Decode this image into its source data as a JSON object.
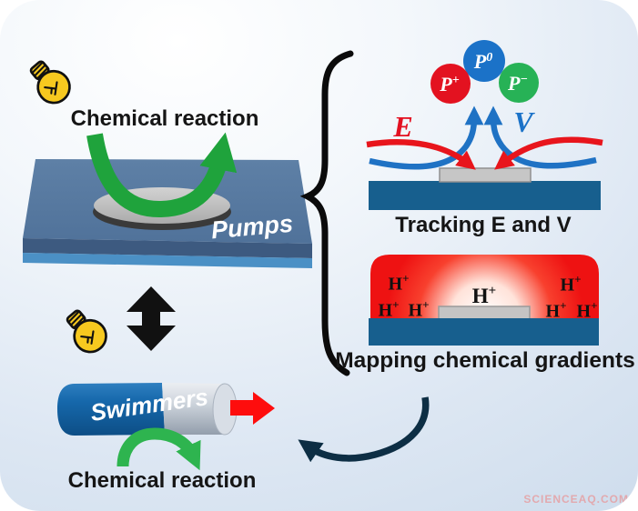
{
  "figure": {
    "watermark": "SCIENCEAQ.COM"
  },
  "pump_section": {
    "bulb_icon": "light-bulb",
    "reaction_label": "Chemical reaction",
    "platform_label": "Pumps"
  },
  "swimmer_section": {
    "bulb_icon": "light-bulb",
    "rod_label": "Swimmers",
    "reaction_label": "Chemical reaction"
  },
  "tracking_panel": {
    "caption": "Tracking E and V",
    "field_labels": {
      "electric": "E",
      "velocity": "V"
    },
    "particles": [
      {
        "name": "positive-particle",
        "base": "P",
        "sup": "+",
        "color": "#e31220"
      },
      {
        "name": "neutral-particle",
        "base": "P",
        "sup": "0",
        "color": "#1b72c8"
      },
      {
        "name": "negative-particle",
        "base": "P",
        "sup": "−",
        "color": "#27b256"
      }
    ]
  },
  "gradient_panel": {
    "caption": "Mapping chemical gradients",
    "ion": {
      "base": "H",
      "sup": "+"
    }
  },
  "colors": {
    "reaction_arrow_green": "#1fa33c",
    "swimmer_body_blue": "#1668ab",
    "propulsion_arrow_red": "#fe0d0d",
    "substrate_blue": "#175f8e",
    "proton_cloud_red": "#ee1212",
    "bulb_yellow": "#f7c91f",
    "electric_field_red": "#e8151c",
    "velocity_field_blue": "#1f72c4"
  }
}
